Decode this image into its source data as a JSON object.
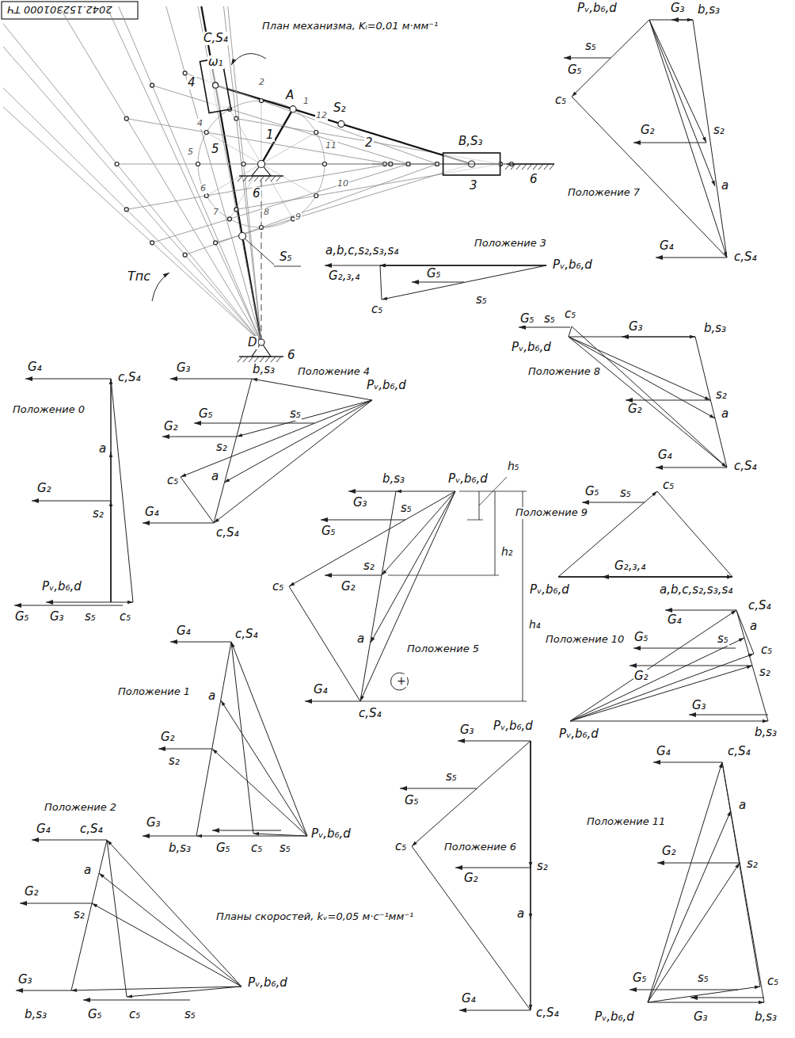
{
  "diagram": {
    "labels": [
      "2042.152301000 ТЧ",
      "План механизма, Kₗ=0,01 м·мм⁻¹",
      "ω₁",
      "C,S₄",
      "4",
      "A",
      "S₂",
      "2",
      "1",
      "5",
      "B,S₃",
      "3",
      "6",
      "6",
      "S₅",
      "Tпс",
      "D",
      "6",
      "2",
      "1",
      "12",
      "11",
      "10",
      "9",
      "8",
      "7",
      "6",
      "5",
      "4",
      "Pᵥ,b₆,d",
      "G₃",
      "b,s₃",
      "s₅",
      "G₅",
      "c₅",
      "G₂",
      "s₂",
      "Положение 7",
      "a",
      "G₄",
      "c,S₄",
      "a,b,c,s₂,s₃,s₄",
      "Положение 3",
      "G₂,₃,₄",
      "G₅",
      "Pᵥ,b₆,d",
      "s₅",
      "c₅",
      "G₅",
      "s₅",
      "c₅",
      "G₃",
      "b,s₃",
      "Pᵥ,b₆,d",
      "Положение 8",
      "s₂",
      "G₂",
      "a",
      "G₄",
      "c,S₄",
      "G₄",
      "c,S₄",
      "Положение 0",
      "a",
      "G₂",
      "s₂",
      "Pᵥ,b₆,d",
      "G₅",
      "G₃",
      "s₅",
      "c₅",
      "G₃",
      "b,s₃",
      "Положение 4",
      "Pᵥ,b₆,d",
      "G₅",
      "s₅",
      "G₂",
      "s₂",
      "c₅",
      "a",
      "G₄",
      "c,S₄",
      "b,s₃",
      "Pᵥ,b₆,d",
      "h₅",
      "G₃",
      "s₅",
      "G₅",
      "h₂",
      "c₅",
      "s₂",
      "G₂",
      "h₄",
      "a",
      "Положение 5",
      "+",
      "G₄",
      "c,S₄",
      "G₅",
      "s₅",
      "c₅",
      "Положение 9",
      "G₂,₃,₄",
      "Pᵥ,b₆,d",
      "a,b,c,s₂,s₃,s₄",
      "c,S₄",
      "G₄",
      "a",
      "G₅",
      "c₅",
      "Положение 10",
      "s₅",
      "G₂",
      "s₂",
      "G₃",
      "Pᵥ,b₆,d",
      "b,s₃",
      "c,S₄",
      "G₄",
      "Положение 1",
      "a",
      "G₂",
      "s₂",
      "G₃",
      "b,s₃",
      "G₅",
      "c₅",
      "s₅",
      "Pᵥ,b₆,d",
      "G₃",
      "Pᵥ,b₆,d",
      "s₅",
      "G₅",
      "Положение 6",
      "c₅",
      "G₂",
      "s₂",
      "a",
      "G₄",
      "c,S₄",
      "c,S₄",
      "G₄",
      "a",
      "Положение 11",
      "G₂",
      "s₂",
      "G₅",
      "s₅",
      "c₅",
      "Pᵥ,b₆,d",
      "G₃",
      "b,s₃",
      "Положение 2",
      "c,S₄",
      "G₄",
      "a",
      "G₂",
      "s₂",
      "G₃",
      "b,s₃",
      "G₅",
      "c₅",
      "s₅",
      "Pᵥ,b₆,d",
      "Планы скоростей, kᵥ=0,05 м·с⁻¹мм⁻¹"
    ]
  }
}
